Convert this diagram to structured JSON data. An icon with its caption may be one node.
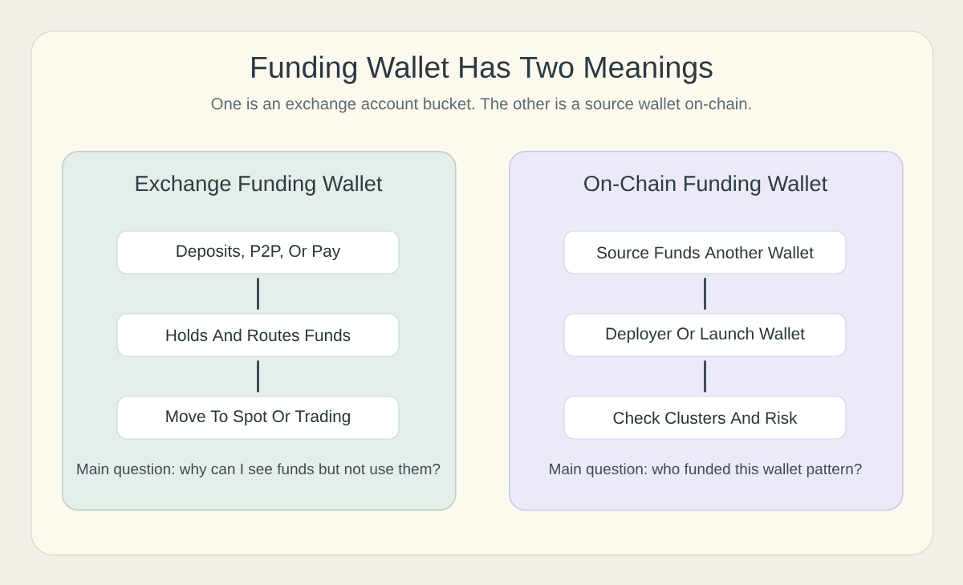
{
  "diagram": {
    "nodes": [
      {
        "text": [
          "Funding Wallet Has Two Meanings",
          "One is an exchange account bucket. The other is a source wallet on-chain."
        ]
      },
      {
        "text": [
          "Exchange Funding Wallet",
          "Main question: why can I see funds but not use them?"
        ],
        "in": 0
      },
      {
        "text": [
          "Deposits, P2P, Or Pay"
        ],
        "in": 1
      },
      {
        "text": [
          "Holds And Routes Funds"
        ],
        "in": 1
      },
      {
        "text": [
          "Move To Spot Or Trading"
        ],
        "in": 1
      },
      {
        "text": [
          "On-Chain Funding Wallet",
          "Main question: who funded this wallet pattern?"
        ],
        "in": 0
      },
      {
        "text": [
          "Source Funds Another Wallet"
        ],
        "in": 5
      },
      {
        "text": [
          "Deployer Or Launch Wallet"
        ],
        "in": 5
      },
      {
        "text": [
          "Check Clusters And Risk"
        ],
        "in": 5
      }
    ],
    "edges": [
      {
        "from": 2,
        "to": 3,
        "arrow": "none"
      },
      {
        "from": 3,
        "to": 4,
        "arrow": "none"
      },
      {
        "from": 6,
        "to": 7,
        "arrow": "none"
      },
      {
        "from": 7,
        "to": 8,
        "arrow": "none"
      }
    ]
  }
}
